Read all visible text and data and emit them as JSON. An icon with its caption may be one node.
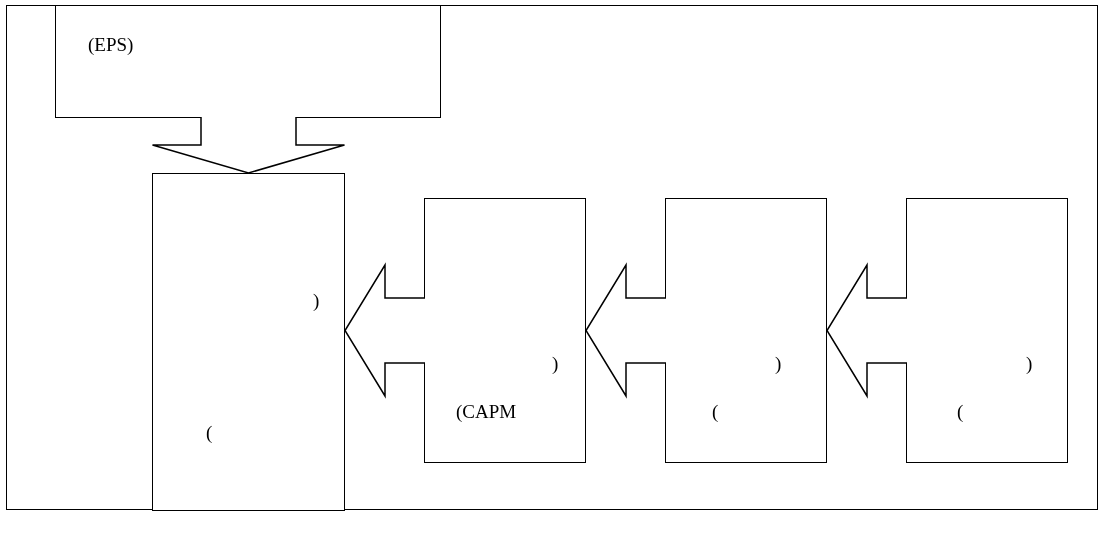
{
  "diagram": {
    "nodes": [
      {
        "text": [
          "(EPS)"
        ]
      },
      {
        "text": [
          ")",
          "("
        ]
      },
      {
        "text": [
          ")",
          "(CAPM"
        ]
      },
      {
        "text": [
          ")",
          "("
        ]
      },
      {
        "text": [
          ")",
          "("
        ]
      }
    ],
    "edges": [
      {
        "from": 0,
        "to": 1,
        "arrow": "to"
      },
      {
        "from": 2,
        "to": 1,
        "arrow": "to"
      },
      {
        "from": 3,
        "to": 2,
        "arrow": "to"
      },
      {
        "from": 4,
        "to": 3,
        "arrow": "to"
      }
    ]
  }
}
